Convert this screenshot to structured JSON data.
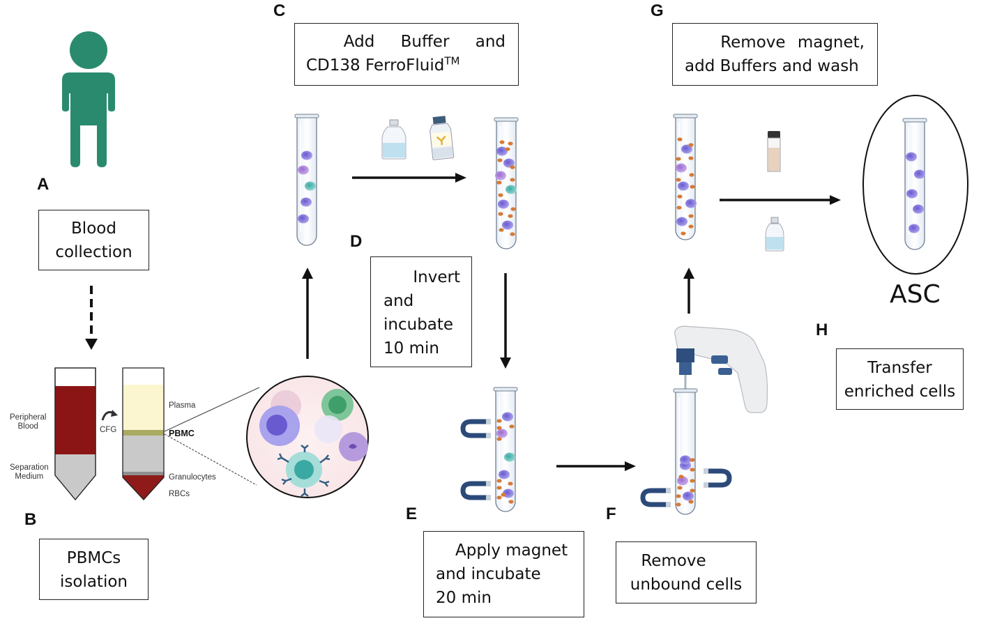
{
  "panels": {
    "A": {
      "letter": "A",
      "text": [
        "Blood",
        "collection"
      ]
    },
    "B": {
      "letter": "B",
      "text": [
        "PBMCs",
        "isolation"
      ]
    },
    "C": {
      "letter": "C",
      "text_line1": "Add Buffer and",
      "text_line2_main": "CD138 FerroFluid",
      "text_line2_sup": "TM"
    },
    "D": {
      "letter": "D",
      "text": [
        "Invert",
        "and",
        "incubate",
        "10 min"
      ]
    },
    "E": {
      "letter": "E",
      "text": [
        "Apply magnet",
        "and incubate",
        "20 min"
      ]
    },
    "F": {
      "letter": "F",
      "text": [
        "Remove",
        "unbound cells"
      ]
    },
    "G": {
      "letter": "G",
      "text": [
        "Remove magnet,",
        "add Buffers and wash"
      ]
    },
    "H": {
      "letter": "H",
      "text": [
        "Transfer",
        "enriched cells"
      ]
    }
  },
  "tube_labels": {
    "peripheral_blood": [
      "Peripheral",
      "Blood"
    ],
    "separation_medium": [
      "Separation",
      "Medium"
    ],
    "cfg": "CFG",
    "plasma": "Plasma",
    "pbmc": "PBMC",
    "granulocytes": "Granulocytes",
    "rbcs": "RBCs"
  },
  "result_label": "ASC",
  "colors": {
    "person": "#2a8a6e",
    "blood": "#8b1515",
    "plasma": "#fbf6cf",
    "pbmc_layer": "#a9ab61",
    "medium": "#c9c9c9",
    "rbc": "#8e1a1a",
    "cell_purple": "#9a8fe0",
    "cell_teal": "#6ec6c2",
    "ferro_bead": "#d67a35",
    "magnet": "#2b4a7a"
  }
}
